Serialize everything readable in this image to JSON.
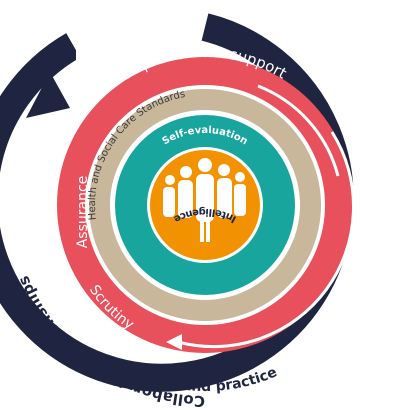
{
  "labels": {
    "outer_top": "Collaborative relationships",
    "outer_bottom": "Policy and practice",
    "red_top": "Improvement support",
    "red_left": "Assurance",
    "red_bottom": "Scrutiny",
    "tan_ring": "Health and Social Care Standards",
    "teal_top": "Self-evaluation",
    "teal_bottom": "Intelligence"
  },
  "colors": {
    "navy": "#1f2540",
    "red": "#e8505b",
    "tan": "#c9b79c",
    "teal": "#17a59e",
    "orange": "#f39200",
    "white": "#ffffff"
  },
  "center_icon": "people-group-icon"
}
